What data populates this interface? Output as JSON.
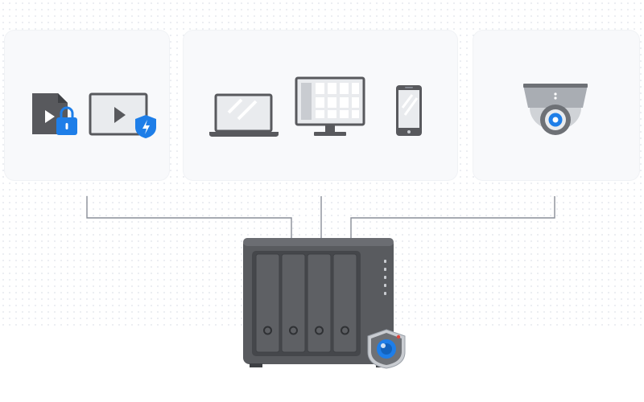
{
  "colors": {
    "device_dark": "#58595d",
    "device_stroke": "#4a4d53",
    "screen_light": "#e9ebee",
    "accent_blue": "#1e7ee8",
    "line": "#8a8f98",
    "panel_bg": "#f8f9fb",
    "nas_body": "#595b5f",
    "nas_bay": "#4f5256"
  },
  "groups": [
    {
      "id": "encrypted-media",
      "icons": [
        "locked-video-file-icon",
        "secure-video-player-icon"
      ]
    },
    {
      "id": "client-devices",
      "icons": [
        "laptop-icon",
        "monitor-icon",
        "smartphone-icon"
      ]
    },
    {
      "id": "ip-camera",
      "icons": [
        "dome-camera-icon"
      ]
    }
  ],
  "nas": {
    "drive_bays": 4,
    "status_leds": 5,
    "badge": "surveillance-camera-badge-icon"
  }
}
